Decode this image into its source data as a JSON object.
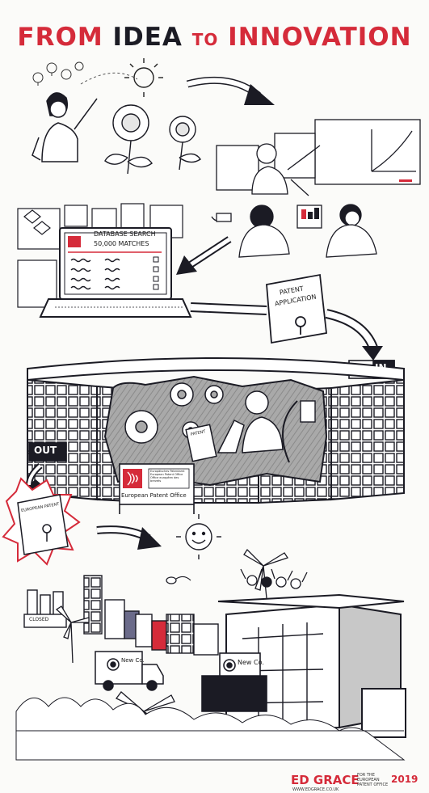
{
  "title": {
    "part1": "FROM",
    "part2": "IDEA",
    "part3": "TO",
    "part4": "INNOVATION"
  },
  "laptop": {
    "header": "DATABASE SEARCH",
    "matches": "50,000 MATCHES"
  },
  "patent_application": {
    "line1": "PATENT",
    "line2": "APPLICATION"
  },
  "building": {
    "in_label": "IN",
    "out_label": "OUT",
    "sign_name": "European Patent Office",
    "sign_small_text": "Europäisches Patentamt European Patent Office Office européen des brevets",
    "inner_doc": "PATENT"
  },
  "european_patent": {
    "label": "EUROPEAN PATENT"
  },
  "city": {
    "closed_sign": "CLOSED",
    "truck_label": "New Co.",
    "newco_sign": "New Co."
  },
  "credit": {
    "name": "ED GRACE",
    "for_text": "FOR THE EUROPEAN PATENT OFFICE",
    "year": "2019",
    "website": "WWW.EDGRACE.CO.UK"
  },
  "colors": {
    "accent": "#d52b3a",
    "ink": "#1b1b24",
    "grey": "#9c9c9c"
  }
}
